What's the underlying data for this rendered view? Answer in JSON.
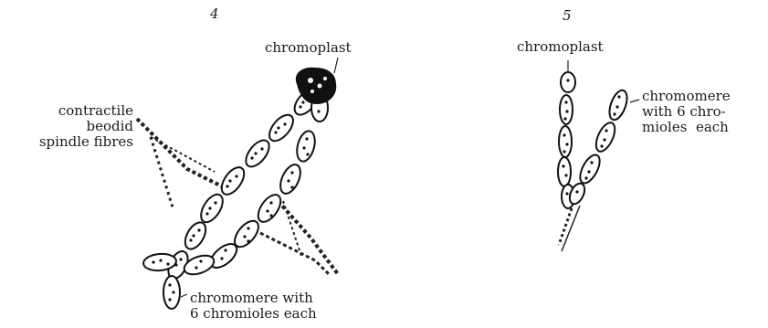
{
  "figure_4": {
    "number": "4",
    "chromoplast_label": "chromoplast",
    "spindle_label": "contractile\nbeodid\nspindle fibres",
    "chromomere_label": "chromomere with\n6 chromioles each"
  },
  "figure_5": {
    "number": "5",
    "chromoplast_label": "chromoplast",
    "chromomere_label": "chromomere\nwith 6 chro-\nmioles  each"
  }
}
